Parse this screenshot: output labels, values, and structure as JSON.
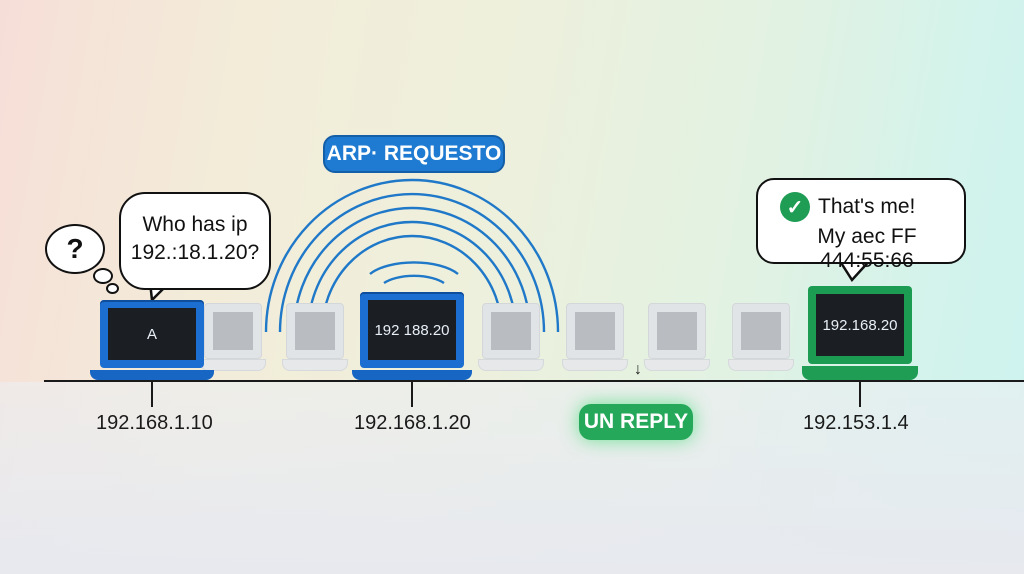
{
  "labels": {
    "arp_request": "ARP· REQUESTO",
    "reply": "UN REPLY"
  },
  "hosts": {
    "a": {
      "screen": "A",
      "ip": "192.168.1.10"
    },
    "middle": {
      "screen": "192 188.20",
      "ip": "192.168.1.20"
    },
    "target": {
      "screen": "192.168.20",
      "ip": "192.153.1.4"
    }
  },
  "bubbles": {
    "question_mark": "?",
    "who_has_line1": "Who has ip",
    "who_has_line2": "192.:18.1.20?",
    "reply_line1": "That's me!",
    "reply_line2": "My aec FF 444:55:66",
    "check": "✓"
  },
  "arrow": "↓",
  "colors": {
    "blue": "#1c6fd0",
    "green": "#1f9d55",
    "pill_blue": "#1f7ad1",
    "wire": "#1a1a1a"
  }
}
